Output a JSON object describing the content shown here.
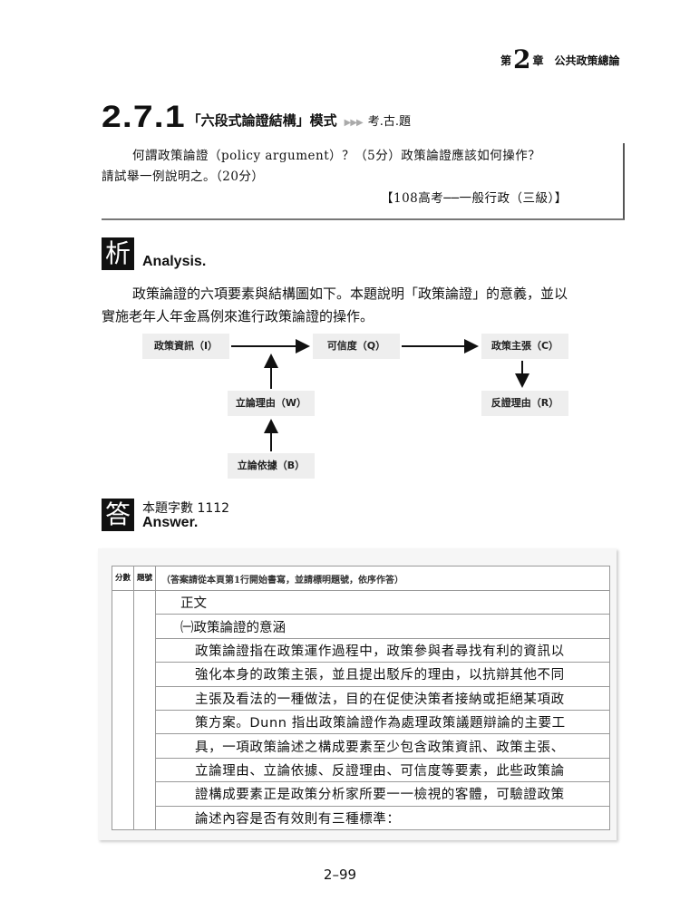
{
  "header": {
    "chapter_prefix": "第",
    "chapter_num": "2",
    "chapter_suffix": "章",
    "chapter_title": "公共政策總論"
  },
  "section": {
    "number": "2.7.1",
    "title": "「六段式論證結構」模式",
    "arrows": "▶▶▶",
    "tag": "考.古.題"
  },
  "question": {
    "line1": "何謂政策論證（policy argument）？（5分）政策論證應該如何操作？",
    "line2": "請試舉一例說明之。（20分）",
    "source": "【108高考──一般行政（三級）】"
  },
  "analysis": {
    "badge": "析",
    "label": "Analysis.",
    "para1": "政策論證的六項要素與結構圖如下。本題說明「政策論證」的意義，並以",
    "para2": "實施老年人年金爲例來進行政策論證的操作。"
  },
  "diagram": {
    "I": "政策資訊（I）",
    "Q": "可信度（Q）",
    "C": "政策主張（C）",
    "W": "立論理由（W）",
    "R": "反證理由（R）",
    "B": "立論依據（B）"
  },
  "answer": {
    "badge": "答",
    "word_count": "本題字數 1112",
    "label": "Answer."
  },
  "sheet": {
    "col1": "分數",
    "col2": "題號",
    "instruction": "（答案請從本頁第1行開始書寫，並請標明題號，依序作答）",
    "lines": [
      "正文",
      "㈠政策論證的意涵",
      "政策論證指在政策運作過程中，政策參與者尋找有利的資訊以",
      "強化本身的政策主張，並且提出駁斥的理由，以抗辯其他不同",
      "主張及看法的一種做法，目的在促使決策者接納或拒絕某項政",
      "策方案。Dunn 指出政策論證作為處理政策議題辯論的主要工",
      "具，一項政策論述之構成要素至少包含政策資訊、政策主張、",
      "立論理由、立論依據、反證理由、可信度等要素，此些政策論",
      "證構成要素正是政策分析家所要一一檢視的客體，可驗證政策",
      "論述內容是否有效則有三種標準："
    ]
  },
  "page_number": "2–99"
}
